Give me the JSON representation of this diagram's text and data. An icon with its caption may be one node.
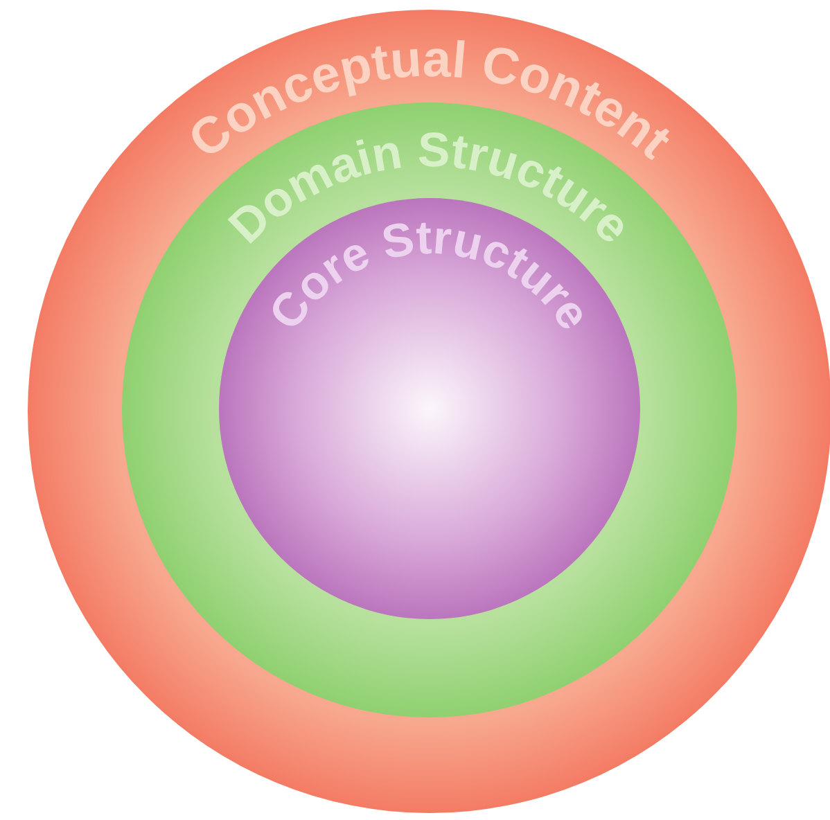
{
  "diagram": {
    "nodes": [
      {
        "text": [
          "Conceptual Content"
        ]
      },
      {
        "text": [
          "Domain Structure"
        ],
        "in": 0
      },
      {
        "text": [
          "Core Structure"
        ],
        "in": 1
      }
    ]
  }
}
